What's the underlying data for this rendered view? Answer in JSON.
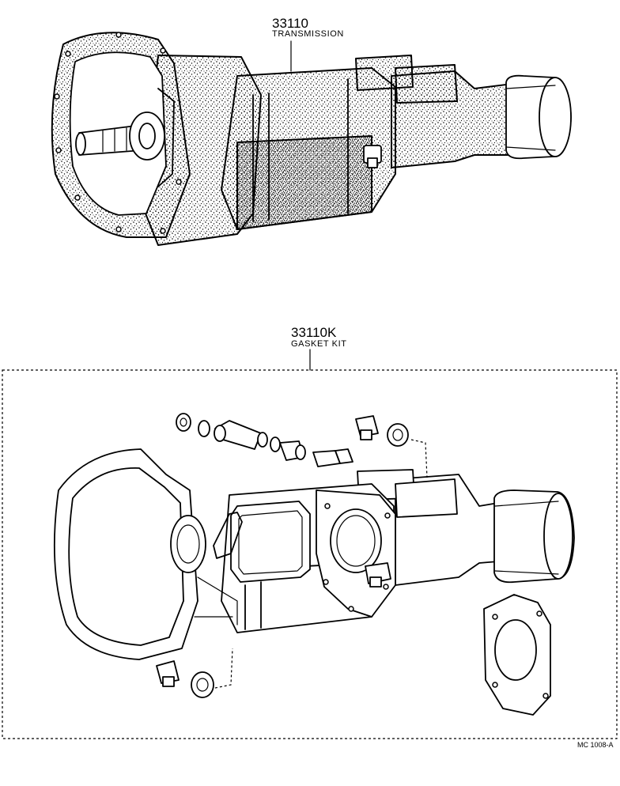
{
  "parts": [
    {
      "number": "33110",
      "name": "TRANSMISSION"
    },
    {
      "number": "33110K",
      "name": "GASKET KIT"
    }
  ],
  "figure_code": "MC 1008-A"
}
